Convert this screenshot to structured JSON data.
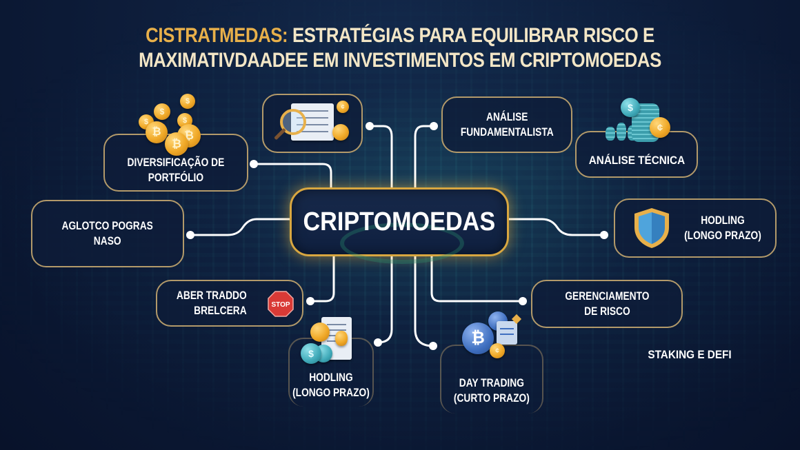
{
  "title": {
    "line1_highlight": "CISTRATMEDAS:",
    "line1_rest": " ESTRATÉGIAS PARA EQUILIBRAR RISCO E",
    "line2": "MAXIMATIVDAADEE EM INVESTIMENTOS EM CRIPTOMOEDAS"
  },
  "center": {
    "label": "CRIPTOMOEDAS"
  },
  "nodes": {
    "diversificacao": {
      "line1": "DIVERSIFICAÇÃO DE",
      "line2": "PORTFÓLIO",
      "icon": "gold-coins-icon"
    },
    "analise_icon_box": {
      "icon": "magnifier-scales-document-icon"
    },
    "fundamentalista": {
      "line1": "ANÁLISE",
      "line2": "FUNDAMENTALISTA"
    },
    "tecnica": {
      "line1": "ANÁLISE TÉCNICA",
      "icon": "coin-stacks-icon"
    },
    "aglotco": {
      "line1": "AGLOTCO POGRAS",
      "line2": "NASO"
    },
    "hodling_right": {
      "line1": "HODLING",
      "line2": "(LONGO PRAZO)",
      "icon": "shield-icon"
    },
    "aber_traddo": {
      "line1": "ABER TRADDO",
      "line2": "BRELCERA",
      "icon": "stop-sign-icon",
      "icon_text": "STOP"
    },
    "hodling_bottom": {
      "line1": "HODLING",
      "line2": "(LONGO PRAZO)",
      "icon": "coins-document-icon"
    },
    "day_trading": {
      "line1": "DAY TRADING",
      "line2": "(CURTO PRAZO)",
      "icon": "bitcoin-document-icon"
    },
    "gerenciamento": {
      "line1": "GERENCIAMENTO",
      "line2": "DE RISCO"
    },
    "staking": {
      "line1": "STAKING E DEFI"
    }
  },
  "glyphs": {
    "bitcoin": "₿",
    "dollar": "$",
    "cent": "¢"
  },
  "colors": {
    "background": "#0c1a36",
    "title_gold": "#e8b04a",
    "title_cream": "#f3e6c6",
    "node_border": "#b39a6a",
    "center_border": "#d9a740",
    "connector": "#ffffff"
  }
}
